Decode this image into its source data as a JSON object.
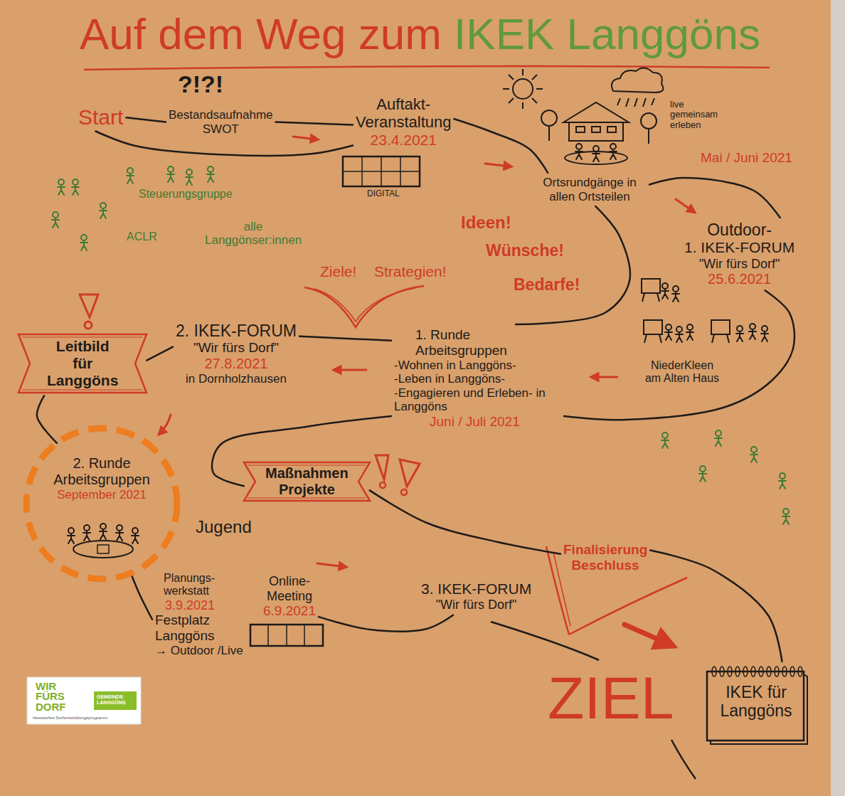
{
  "diagram": {
    "title": "Auf dem Weg zum IKEK Langgöns",
    "nodes": [
      {
        "text": [
          "Start"
        ]
      },
      {
        "text": [
          "Bestandsaufnahme SWOT"
        ]
      },
      {
        "text": [
          "Auftakt- Veranstaltung",
          "23.4.2021"
        ]
      },
      {
        "text": [
          "Ortsrundgänge in allen Ortsteilen"
        ]
      },
      {
        "text": [
          "Outdoor-",
          "1. IKEK-FORUM",
          "\"Wir fürs Dorf\"",
          "25.6.2021"
        ]
      },
      {
        "text": [
          "1. Runde Arbeitsgruppen",
          "-Wohnen in Langgöns-",
          "-Leben in Langgöns-",
          "-Engagieren und Erleben- in Langgöns",
          "Juni / Juli 2021"
        ]
      },
      {
        "text": [
          "2. IKEK-FORUM",
          "\"Wir fürs Dorf\"",
          "27.8.2021",
          "in Dornholzhausen"
        ]
      },
      {
        "text": [
          "Leitbild für Langgöns"
        ]
      },
      {
        "text": [
          "2. Runde Arbeitsgruppen",
          "September 2021"
        ]
      },
      {
        "text": [
          "Planungs- werkstatt",
          "3.9.2021",
          "Festplatz Langgöns",
          "→ Outdoor /Live"
        ]
      },
      {
        "text": [
          "Online- Meeting",
          "6.9.2021"
        ]
      },
      {
        "text": [
          "3. IKEK-FORUM",
          "\"Wir fürs Dorf\""
        ]
      },
      {
        "text": [
          "Maßnahmen Projekte"
        ]
      },
      {
        "text": [
          "Finalisierung Beschluss"
        ]
      },
      {
        "text": [
          "IKEK für Langgöns"
        ]
      }
    ],
    "edges": [
      {
        "from": 0,
        "to": 1,
        "arrow": "none"
      },
      {
        "from": 1,
        "to": 2,
        "arrow": "none"
      },
      {
        "from": 0,
        "to": 2,
        "arrow": "none"
      },
      {
        "from": 2,
        "to": 3,
        "arrow": "none"
      },
      {
        "from": 3,
        "to": 4,
        "arrow": "none"
      },
      {
        "from": 3,
        "to": 5,
        "arrow": "none"
      },
      {
        "from": 4,
        "to": 5,
        "arrow": "none"
      },
      {
        "from": 5,
        "to": 6,
        "arrow": "none"
      },
      {
        "from": 6,
        "to": 7,
        "arrow": "none"
      },
      {
        "from": 7,
        "to": 8,
        "arrow": "none"
      },
      {
        "from": 8,
        "to": 9,
        "arrow": "none"
      },
      {
        "from": 10,
        "to": 11,
        "arrow": "none"
      },
      {
        "from": 5,
        "to": 12,
        "arrow": "none"
      },
      {
        "from": 12,
        "to": 13,
        "arrow": "none"
      },
      {
        "from": 13,
        "to": 14,
        "arrow": "none"
      }
    ],
    "labels": [
      "?!?!",
      "Steuerungsgruppe",
      "ACLR",
      "alle Langgönser:innen",
      "DIGITAL",
      "live gemeinsam erleben",
      "Mai / Juni 2021",
      "Ideen!",
      "Wünsche!",
      "Bedarfe!",
      "Ziele!",
      "Strategien!",
      "NiederKleen am Alten Haus",
      "Jugend",
      "ZIEL",
      "WIR FÜRS DORF",
      "GEMEINDE LANGGÖNS",
      "Hessisches Dorfentwicklungsprogramm"
    ]
  }
}
